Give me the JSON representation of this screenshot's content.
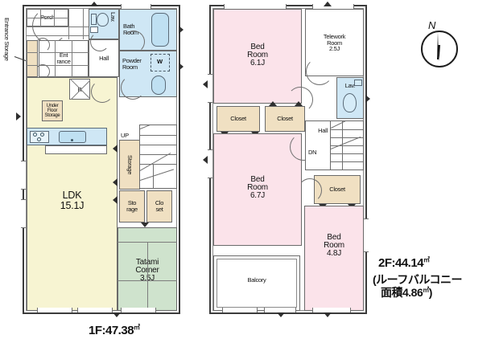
{
  "document": {
    "type": "real-estate-floor-plan",
    "floors": [
      "1F",
      "2F"
    ]
  },
  "floor1": {
    "caption": "1F:47.38",
    "caption_unit": "㎡",
    "annotation_left": "Entrance Storage",
    "rooms": [
      {
        "key": "porch",
        "label": "Porch"
      },
      {
        "key": "entrance",
        "label_line1": "Ent",
        "label_line2": "rance"
      },
      {
        "key": "hall",
        "label": "Hall"
      },
      {
        "key": "lavatory",
        "label": "Lav."
      },
      {
        "key": "bathroom",
        "label_line1": "Bath",
        "label_line2": "Room"
      },
      {
        "key": "powder",
        "label_line1": "Powder",
        "label_line2": "Room"
      },
      {
        "key": "ldk",
        "label": "LDK",
        "size": "15.1J"
      },
      {
        "key": "tatami",
        "label_line1": "Tatami",
        "label_line2": "Corner",
        "size": "3.5J"
      },
      {
        "key": "storage_tall",
        "label": "Storage"
      },
      {
        "key": "storage_low",
        "label_line1": "Sto",
        "label_line2": "rage"
      },
      {
        "key": "closet",
        "label_line1": "Clo",
        "label_line2": "set"
      }
    ],
    "markers": {
      "refrigerator": "R",
      "washer": "W",
      "stairs_up": "UP",
      "under_floor_storage_line1": "Under",
      "under_floor_storage_line2": "Floor",
      "under_floor_storage_line3": "Storage"
    }
  },
  "floor2": {
    "caption": "2F:44.14",
    "caption_unit": "㎡",
    "caption_note_line1": "(ルーフバルコニー",
    "caption_note_line2": "面積4.86",
    "caption_note_line2_unit": "㎡",
    "caption_note_close": ")",
    "rooms": [
      {
        "key": "bed_north",
        "label_line1": "Bed",
        "label_line2": "Room",
        "size": "6.1J"
      },
      {
        "key": "bed_middle",
        "label_line1": "Bed",
        "label_line2": "Room",
        "size": "6.7J"
      },
      {
        "key": "bed_south",
        "label_line1": "Bed",
        "label_line2": "Room",
        "size": "4.8J"
      },
      {
        "key": "telework",
        "label_line1": "Telework",
        "label_line2": "Room",
        "size": "2.5J"
      },
      {
        "key": "lavatory",
        "label": "Lav."
      },
      {
        "key": "hall",
        "label": "Hall"
      },
      {
        "key": "balcony",
        "label": "Balcory"
      },
      {
        "key": "closet_a",
        "label": "Closet"
      },
      {
        "key": "closet_b",
        "label": "Closet"
      },
      {
        "key": "closet_c",
        "label": "Closet"
      }
    ],
    "markers": {
      "stairs_down": "DN"
    }
  },
  "compass": {
    "north_label": "N"
  },
  "colors": {
    "ldk_fill": "#f7f4d2",
    "bedroom_fill": "#fbe3ea",
    "wet_area_fill": "#cfe7f5",
    "closet_fill": "#f0e0c2",
    "tatami_fill": "#cfe3cd",
    "wall_stroke": "#3a3a3a",
    "text": "#111111"
  }
}
